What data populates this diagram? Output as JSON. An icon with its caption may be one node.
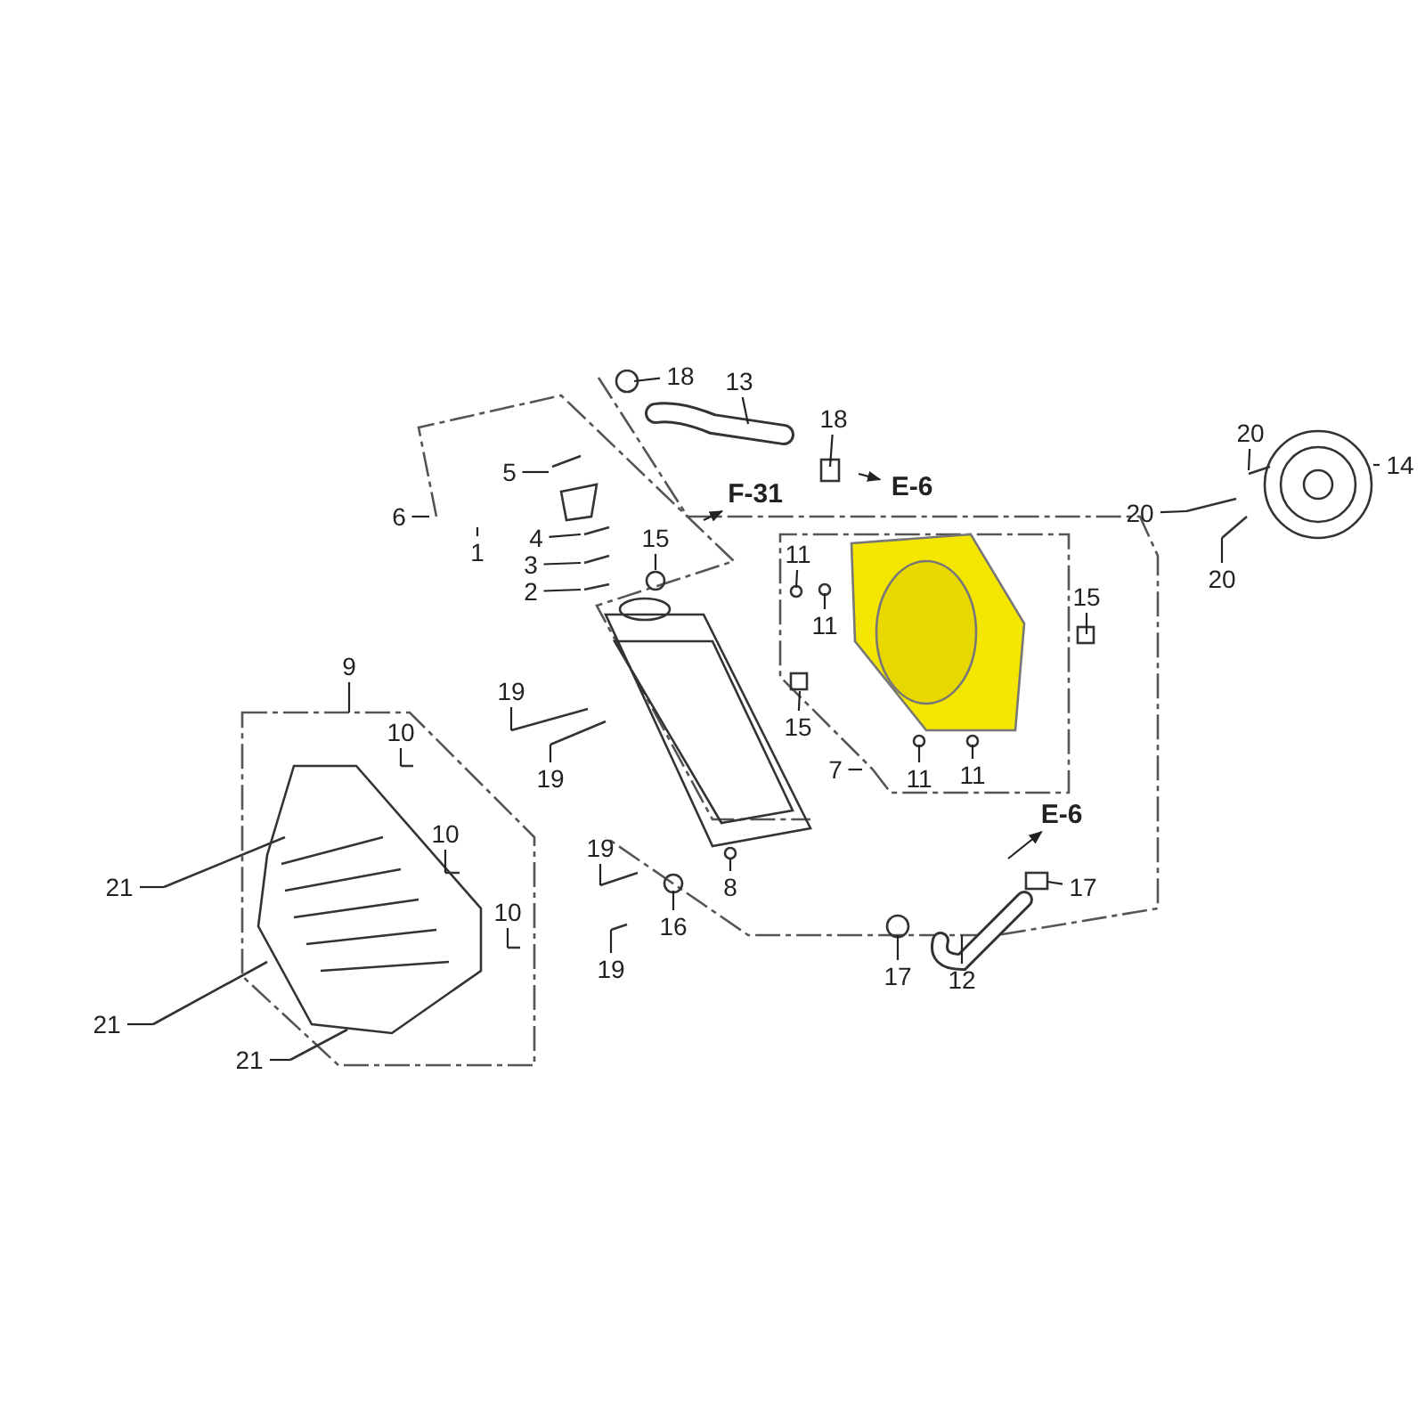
{
  "diagram": {
    "nodes": [
      {
        "text": [
          "18"
        ]
      },
      {
        "text": [
          "13"
        ]
      },
      {
        "text": [
          "18"
        ]
      },
      {
        "text": [
          "E-6"
        ]
      },
      {
        "text": [
          "F-31"
        ]
      },
      {
        "text": [
          "20"
        ]
      },
      {
        "text": [
          "14"
        ]
      },
      {
        "text": [
          "20"
        ]
      },
      {
        "text": [
          "20"
        ]
      },
      {
        "text": [
          "6"
        ]
      },
      {
        "text": [
          "5"
        ]
      },
      {
        "text": [
          "1"
        ]
      },
      {
        "text": [
          "4"
        ]
      },
      {
        "text": [
          "3"
        ]
      },
      {
        "text": [
          "2"
        ]
      },
      {
        "text": [
          "15"
        ]
      },
      {
        "text": [
          "11"
        ]
      },
      {
        "text": [
          "11"
        ]
      },
      {
        "text": [
          "15"
        ]
      },
      {
        "text": [
          "15"
        ]
      },
      {
        "text": [
          "7"
        ]
      },
      {
        "text": [
          "11"
        ]
      },
      {
        "text": [
          "11"
        ]
      },
      {
        "text": [
          "9"
        ]
      },
      {
        "text": [
          "19"
        ]
      },
      {
        "text": [
          "10"
        ]
      },
      {
        "text": [
          "19"
        ]
      },
      {
        "text": [
          "10"
        ]
      },
      {
        "text": [
          "21"
        ]
      },
      {
        "text": [
          "19"
        ]
      },
      {
        "text": [
          "8"
        ]
      },
      {
        "text": [
          "10"
        ]
      },
      {
        "text": [
          "16"
        ]
      },
      {
        "text": [
          "19"
        ]
      },
      {
        "text": [
          "E-6"
        ]
      },
      {
        "text": [
          "17"
        ]
      },
      {
        "text": [
          "21"
        ]
      },
      {
        "text": [
          "17"
        ]
      },
      {
        "text": [
          "12"
        ]
      },
      {
        "text": [
          "21"
        ]
      }
    ],
    "edges": [
      {
        "from": 0,
        "to": null,
        "arrow": "none"
      },
      {
        "from": 1,
        "to": null,
        "arrow": "none"
      },
      {
        "from": 2,
        "to": null,
        "arrow": "none"
      },
      {
        "from": null,
        "to": 3,
        "arrow": "to"
      },
      {
        "from": null,
        "to": 4,
        "arrow": "to"
      },
      {
        "from": 5,
        "to": null,
        "arrow": "none"
      },
      {
        "from": 6,
        "to": null,
        "arrow": "none"
      },
      {
        "from": 7,
        "to": null,
        "arrow": "none"
      },
      {
        "from": 8,
        "to": null,
        "arrow": "none"
      },
      {
        "from": 9,
        "to": null,
        "arrow": "none"
      },
      {
        "from": 10,
        "to": null,
        "arrow": "none"
      },
      {
        "from": 11,
        "to": null,
        "arrow": "none"
      },
      {
        "from": 12,
        "to": null,
        "arrow": "none"
      },
      {
        "from": 13,
        "to": null,
        "arrow": "none"
      },
      {
        "from": 14,
        "to": null,
        "arrow": "none"
      },
      {
        "from": 15,
        "to": null,
        "arrow": "none"
      },
      {
        "from": 16,
        "to": null,
        "arrow": "none"
      },
      {
        "from": 17,
        "to": null,
        "arrow": "none"
      },
      {
        "from": 18,
        "to": null,
        "arrow": "none"
      },
      {
        "from": 19,
        "to": null,
        "arrow": "none"
      },
      {
        "from": 20,
        "to": null,
        "arrow": "none"
      },
      {
        "from": 21,
        "to": null,
        "arrow": "none"
      },
      {
        "from": 22,
        "to": null,
        "arrow": "none"
      },
      {
        "from": 23,
        "to": null,
        "arrow": "none"
      },
      {
        "from": 24,
        "to": null,
        "arrow": "none"
      },
      {
        "from": 25,
        "to": null,
        "arrow": "none"
      },
      {
        "from": 26,
        "to": null,
        "arrow": "none"
      },
      {
        "from": 27,
        "to": null,
        "arrow": "none"
      },
      {
        "from": 28,
        "to": null,
        "arrow": "none"
      },
      {
        "from": 29,
        "to": null,
        "arrow": "none"
      },
      {
        "from": 30,
        "to": null,
        "arrow": "none"
      },
      {
        "from": 31,
        "to": null,
        "arrow": "none"
      },
      {
        "from": 32,
        "to": null,
        "arrow": "none"
      },
      {
        "from": 33,
        "to": null,
        "arrow": "none"
      },
      {
        "from": null,
        "to": 34,
        "arrow": "to"
      },
      {
        "from": 35,
        "to": null,
        "arrow": "none"
      },
      {
        "from": 36,
        "to": null,
        "arrow": "none"
      },
      {
        "from": 37,
        "to": null,
        "arrow": "none"
      },
      {
        "from": 38,
        "to": null,
        "arrow": "none"
      },
      {
        "from": 39,
        "to": null,
        "arrow": "none"
      }
    ]
  }
}
